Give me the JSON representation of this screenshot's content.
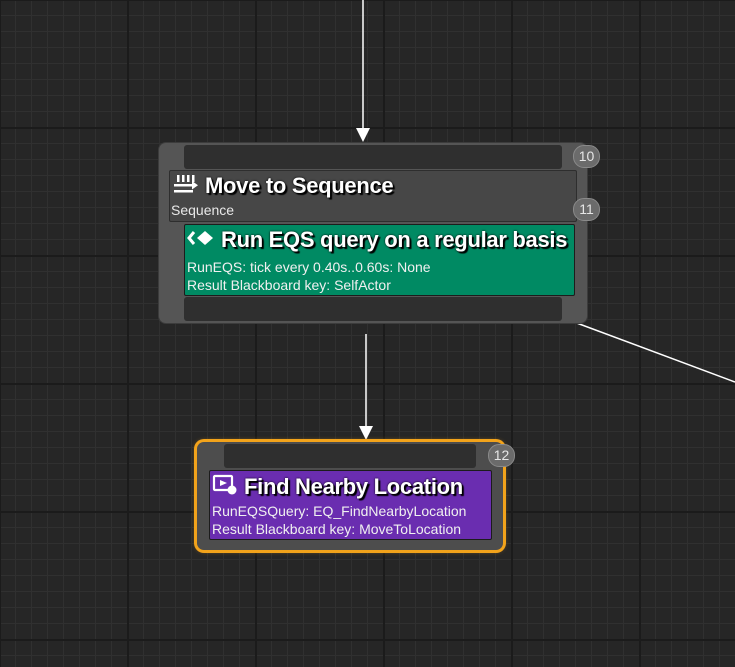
{
  "nodes": {
    "sequence": {
      "title": "Move to Sequence",
      "subtitle": "Sequence",
      "badge_top": "10",
      "badge_title": "11",
      "service": {
        "title": "Run EQS query on a regular basis",
        "line1": "RunEQS: tick every 0.40s..0.60s: None",
        "line2": "Result Blackboard key: SelfActor",
        "color": "#008a63"
      }
    },
    "find": {
      "badge": "12",
      "task": {
        "title": "Find Nearby Location",
        "line1": "RunEQSQuery: EQ_FindNearbyLocation",
        "line2": "Result Blackboard key: MoveToLocation",
        "color": "#6a2db0"
      },
      "selection_color": "#f2a31b"
    }
  },
  "icons": {
    "sequence": "sequence-icon",
    "service": "service-icon",
    "task": "task-icon"
  }
}
